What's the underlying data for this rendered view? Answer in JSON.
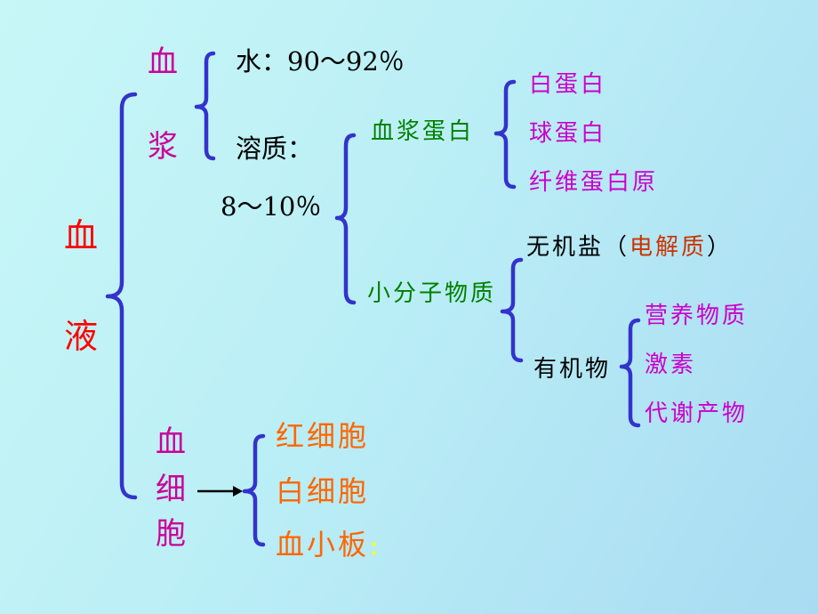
{
  "colors": {
    "root": "#ff0000",
    "branch": "#cc0099",
    "black": "#000000",
    "green": "#008000",
    "sublist": "#cc00cc",
    "electrolyte": "#cc3300",
    "cells": "#ff6600",
    "colon": "#ffff00",
    "brace": "#3333cc"
  },
  "blood": {
    "chars": [
      "血",
      "液"
    ]
  },
  "plasma": {
    "chars": [
      "血",
      "浆"
    ],
    "water": "水：90～92％",
    "solute_label": "溶质：",
    "solute_pct": "8～10％",
    "plasma_protein": {
      "label": "血浆蛋白",
      "items": [
        "白蛋白",
        "球蛋白",
        "纤维蛋白原"
      ]
    },
    "small_molecules": {
      "label": "小分子物质",
      "inorganic": {
        "prefix": "无机盐（",
        "highlight": "电解质",
        "suffix": "）"
      },
      "organic": {
        "label": "有机物",
        "items": [
          "营养物质",
          "激素",
          "代谢产物"
        ]
      }
    }
  },
  "blood_cells": {
    "chars": [
      "血",
      "细",
      "胞"
    ],
    "items": [
      "红细胞",
      "白细胞",
      "血小板"
    ],
    "trailing": ":"
  }
}
